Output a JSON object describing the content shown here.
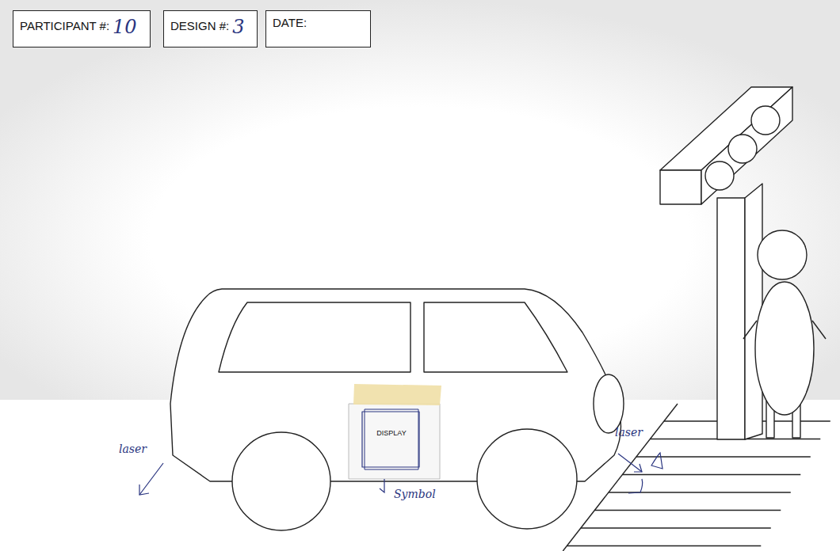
{
  "diagram": {
    "nodes": [
      {
        "text": [
          "PARTICIPANT #:",
          "10"
        ]
      },
      {
        "text": [
          "DESIGN #:",
          "3"
        ]
      },
      {
        "text": [
          "DATE:"
        ]
      },
      {
        "text": [
          "DISPLAY"
        ]
      }
    ],
    "labels": [
      "laser",
      "laser",
      "Symbol"
    ]
  }
}
